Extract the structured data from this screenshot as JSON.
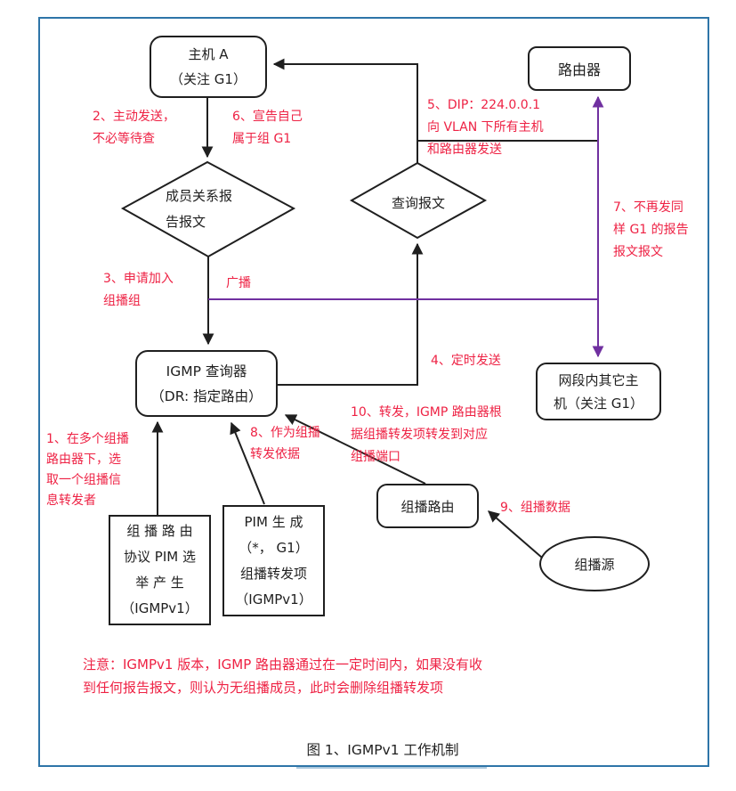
{
  "diagram": {
    "title_caption": "图 1、IGMPv1 工作机制",
    "note": "注意：IGMPv1 版本，IGMP 路由器通过在一定时间内，如果没有收\n到任何报告报文，则认为无组播成员，此时会删除组播转发项",
    "nodes": {
      "host_a": "主机 A\n（关注 G1）",
      "router": "路由器",
      "membership_report": "成员关系报\n告报文",
      "query_message": "查询报文",
      "igmp_querier": "IGMP 查询器\n（DR: 指定路由）",
      "other_hosts": "网段内其它主\n机（关注 G1）",
      "multicast_route": "组播路由",
      "multicast_source": "组播源",
      "pim_elect": "组 播 路 由\n协议 PIM 选\n举 产 生\n（IGMPv1）",
      "pim_entry": "PIM  生  成\n（*， G1）\n组播转发项\n（IGMPv1）"
    },
    "labels": {
      "step1": "1、在多个组播\n路由器下，选\n取一个组播信\n息转发者",
      "step2": "2、主动发送，\n不必等待查",
      "step3": "3、申请加入\n组播组",
      "step4": "4、定时发送",
      "step5": "5、DIP：224.0.0.1\n向 VLAN 下所有主机\n和路由器发送",
      "step6": "6、宣告自己\n属于组 G1",
      "step7": "7、不再发同\n样 G1 的报告\n报文报文",
      "step8": "8、作为组播\n转发依据",
      "step9": "9、组播数据",
      "step10": "10、转发，IGMP 路由器根\n据组播转发项转发到对应\n组播端口",
      "broadcast": "广播"
    },
    "colors": {
      "red_label": "#ee2244",
      "purple_line": "#7030a0",
      "line_black": "#1f1f1f",
      "frame_blue": "#2e75a8"
    }
  }
}
